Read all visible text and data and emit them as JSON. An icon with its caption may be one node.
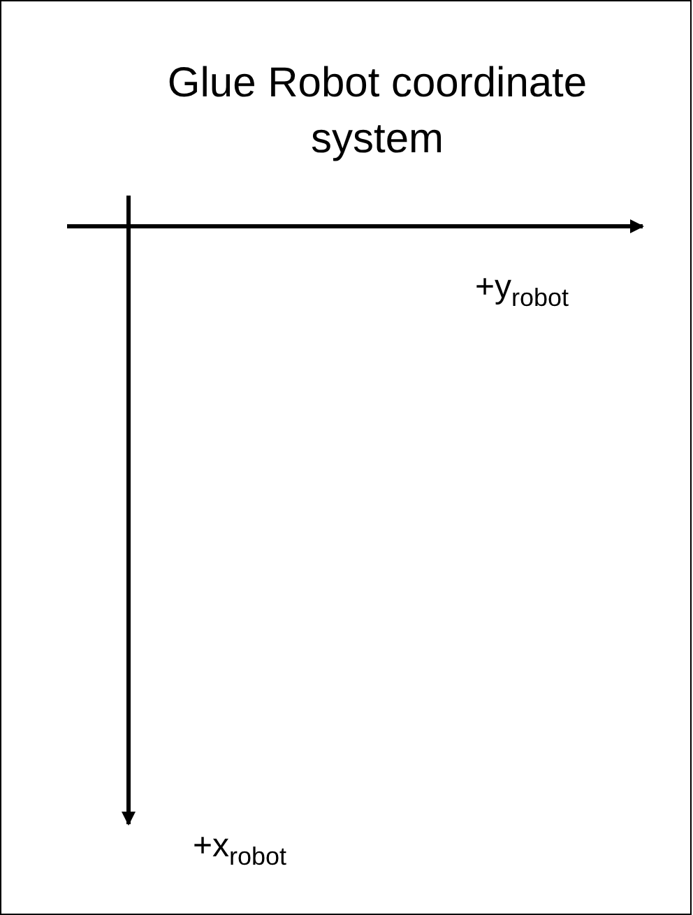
{
  "diagram": {
    "title": "Glue Robot coordinate system",
    "labels": [
      "+y$_{robot}$",
      "+x$_{robot}$"
    ]
  }
}
